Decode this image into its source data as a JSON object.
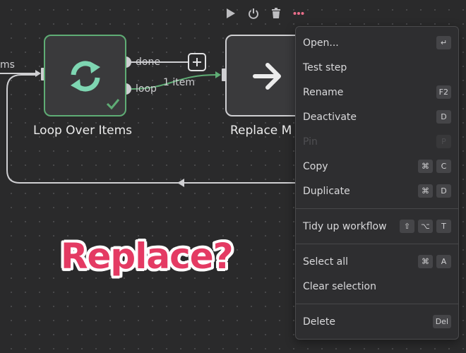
{
  "toolbar": {
    "buttons": [
      {
        "name": "play-icon"
      },
      {
        "name": "power-icon"
      },
      {
        "name": "trash-icon"
      },
      {
        "name": "more-icon"
      }
    ]
  },
  "nodes": {
    "loop": {
      "label": "Loop Over Items",
      "icon": "refresh-icon",
      "status_icon": "check-icon"
    },
    "replace": {
      "label": "Replace M",
      "icon": "arrow-right-icon"
    }
  },
  "handles": {
    "incoming_label": "ms",
    "done_label": "done",
    "loop_label": "loop",
    "edge_count_label": "1 item"
  },
  "overlay": {
    "text": "Replace?"
  },
  "context_menu": {
    "groups": [
      [
        {
          "label": "Open...",
          "keys": [
            "↵"
          ],
          "disabled": false
        },
        {
          "label": "Test step",
          "keys": [],
          "disabled": false
        },
        {
          "label": "Rename",
          "keys": [
            "F2"
          ],
          "disabled": false
        },
        {
          "label": "Deactivate",
          "keys": [
            "D"
          ],
          "disabled": false
        },
        {
          "label": "Pin",
          "keys": [
            "P"
          ],
          "disabled": true
        },
        {
          "label": "Copy",
          "keys": [
            "⌘",
            "C"
          ],
          "disabled": false
        },
        {
          "label": "Duplicate",
          "keys": [
            "⌘",
            "D"
          ],
          "disabled": false
        }
      ],
      [
        {
          "label": "Tidy up workflow",
          "keys": [
            "⇧",
            "⌥",
            "T"
          ],
          "disabled": false
        }
      ],
      [
        {
          "label": "Select all",
          "keys": [
            "⌘",
            "A"
          ],
          "disabled": false
        },
        {
          "label": "Clear selection",
          "keys": [],
          "disabled": false
        }
      ],
      [
        {
          "label": "Delete",
          "keys": [
            "Del"
          ],
          "disabled": false
        }
      ]
    ]
  },
  "colors": {
    "canvas_bg": "#2a2a2b",
    "success": "#5fad75",
    "overlay_text": "#e43a63",
    "more_active": "#e96e8a"
  }
}
